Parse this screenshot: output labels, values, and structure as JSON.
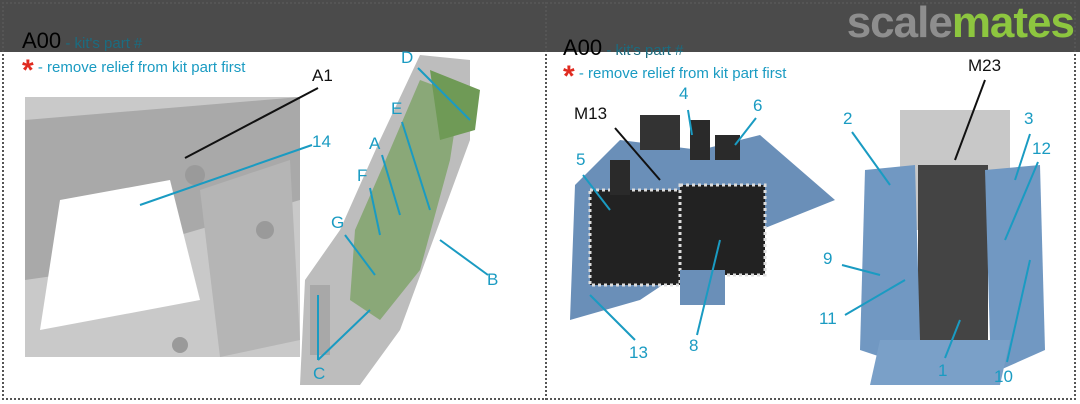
{
  "logo": {
    "part1": "scale",
    "part2": "mates"
  },
  "left_legend": {
    "code": "A00",
    "code_hint": "- kit's part #",
    "relief": "- remove relief from kit part first"
  },
  "right_legend": {
    "code": "A00",
    "code_hint": "- kit's part #",
    "relief": "- remove relief from kit part first"
  },
  "left_labels": {
    "a1": "A1",
    "n14": "14",
    "d": "D",
    "e": "E",
    "a": "A",
    "f": "F",
    "g": "G",
    "b": "B",
    "c": "C"
  },
  "right_labels": {
    "m23": "M23",
    "m13": "M13",
    "n4": "4",
    "n6": "6",
    "n5": "5",
    "n2": "2",
    "n3": "3",
    "n12": "12",
    "n9": "9",
    "n11": "11",
    "n13": "13",
    "n8": "8",
    "n1": "1",
    "n10": "10"
  },
  "colors": {
    "label": "#1a9bc2",
    "star": "#e02b20",
    "logo_green": "#8dc63f"
  }
}
